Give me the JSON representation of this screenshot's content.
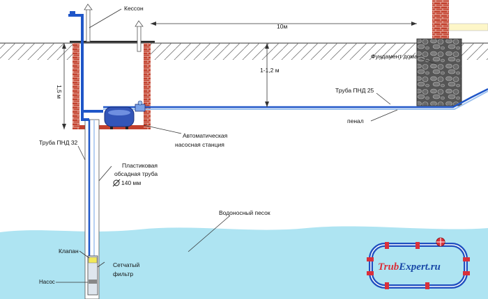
{
  "colors": {
    "water": "#aee4f2",
    "pipe_blue": "#1f56c8",
    "pipe_light": "#9ec2ee",
    "brick": "#c2412e",
    "ground_line": "#333333",
    "logo_red": "#d9303a",
    "logo_blue": "#1a4aa8"
  },
  "labels": {
    "kesson": "Кессон",
    "distance": "10м",
    "depth_left": "1,5 м",
    "depth_pipe": "1-1,2 м",
    "foundation": "Фундамент дома",
    "pipe_pnd25": "Труба ПНД 25",
    "penal": "пенал",
    "station_line1": "Автоматическая",
    "station_line2": "насосная станция",
    "pipe_pnd32": "Труба ПНД 32",
    "casing_line1": "Пластиковая",
    "casing_line2": "обсадная труба",
    "casing_line3": "140 мм",
    "aquifer": "Водоносный песок",
    "valve": "Клапан",
    "filter_line1": "Сетчатый",
    "filter_line2": "фильтр",
    "pump": "Насос"
  },
  "logo": {
    "brand_red": "Trub",
    "brand_blue": "Expert.ru"
  }
}
